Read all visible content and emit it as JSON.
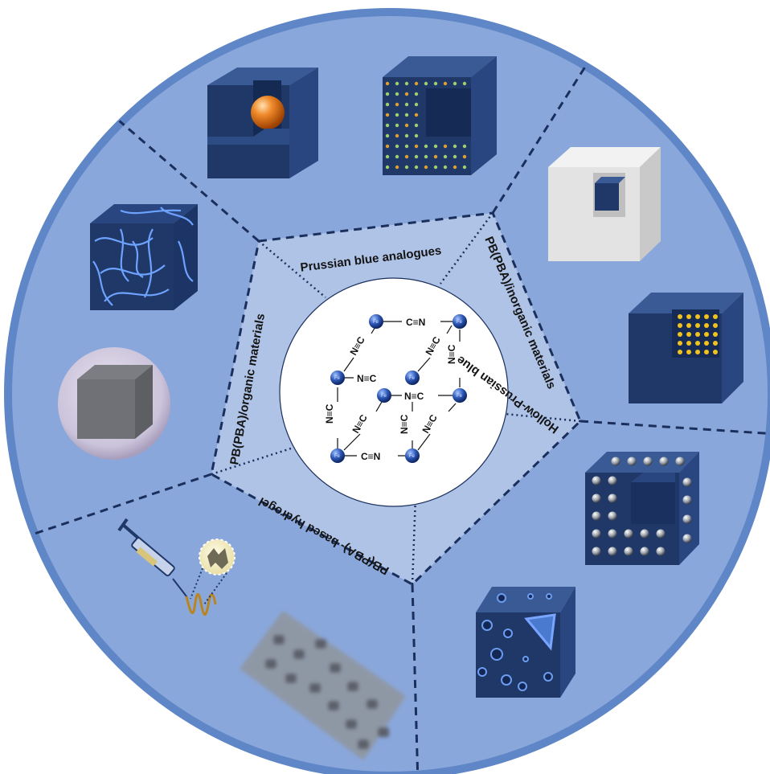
{
  "title": "",
  "center": {
    "atom_label": "Fe",
    "bond_labels": {
      "top": "C≡N",
      "bottom": "C≡N",
      "mid": "N≡C",
      "front_right": "N≡C",
      "left_upper": "N≡C",
      "left_lower": "N≡C",
      "right_upper": "N≡C",
      "right_lower": "N≡C",
      "diag_top_left": "N≡C",
      "diag_top_right": "N≡C",
      "diag_bottom_left": "N≡C",
      "diag_bottom_right": "N≡C"
    }
  },
  "segments": [
    {
      "id": "pba",
      "label": "Prussian blue analogues"
    },
    {
      "id": "inorganic",
      "label": "PB(PBA)/inorganic materials"
    },
    {
      "id": "hollow",
      "label": "Hollow-Prussian blue"
    },
    {
      "id": "hydrogel",
      "label": "PB(PBA)- based hydrogel"
    },
    {
      "id": "organic",
      "label": "PB(PBA)/organic materials"
    }
  ],
  "colors": {
    "outer_ring": "#5f86c6",
    "outer_fill": "#8aa7db",
    "pentagon_fill": "#aec3e6",
    "cube_dark": "#1f3868",
    "divider": "#1a2f5c"
  }
}
